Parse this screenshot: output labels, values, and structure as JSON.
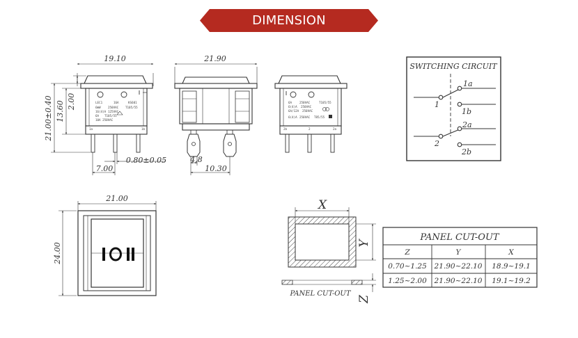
{
  "banner": {
    "title": "DIMENSION",
    "color": "#b52a20"
  },
  "front_view": {
    "width_label": "19.10",
    "height_total_label": "21.00±0.40",
    "height_body_label": "13.60",
    "height_small_label": "2.00",
    "pin_spacing_label": "7.00",
    "pin_width_label": "0.80±0.05",
    "marking_lines": [
      "LEC1",
      "16A",
      "KS601",
      "6ΦW",
      "250VAC",
      "T105/55",
      "16(4)A",
      "125VAC",
      "6A",
      "T105/55",
      "10A 250VAC"
    ],
    "terminal_labels": [
      "1a",
      "1b"
    ]
  },
  "side_view": {
    "width_label": "21.90",
    "tab_width_label": "4.8",
    "tab_pitch_label": "10.30"
  },
  "rear_view": {
    "marking_lines": [
      "6A",
      "250VAC",
      "T105/55",
      "6(4)A",
      "250VAC",
      "6A/12A",
      "250VAC",
      "6(4)A",
      "250VAC",
      "T85/55"
    ],
    "terminal_labels": [
      "2b",
      "2",
      "2a"
    ]
  },
  "circuit": {
    "title": "SWITCHING CIRCUIT",
    "labels": {
      "c1": "1",
      "c1a": "1a",
      "c1b": "1b",
      "c2": "2",
      "c2a": "2a",
      "c2b": "2b"
    }
  },
  "top_view": {
    "width_label": "21.00",
    "height_label": "24.00",
    "symbol": "I O II"
  },
  "panel": {
    "x_label": "X",
    "y_label": "Y",
    "z_label": "Z",
    "caption": "PANEL CUT-OUT"
  },
  "cutout_table": {
    "title": "PANEL CUT-OUT",
    "headers": [
      "Z",
      "Y",
      "X"
    ],
    "rows": [
      [
        "0.70~1.25",
        "21.90~22.10",
        "18.9~19.1"
      ],
      [
        "1.25~2.00",
        "21.90~22.10",
        "19.1~19.2"
      ]
    ]
  }
}
